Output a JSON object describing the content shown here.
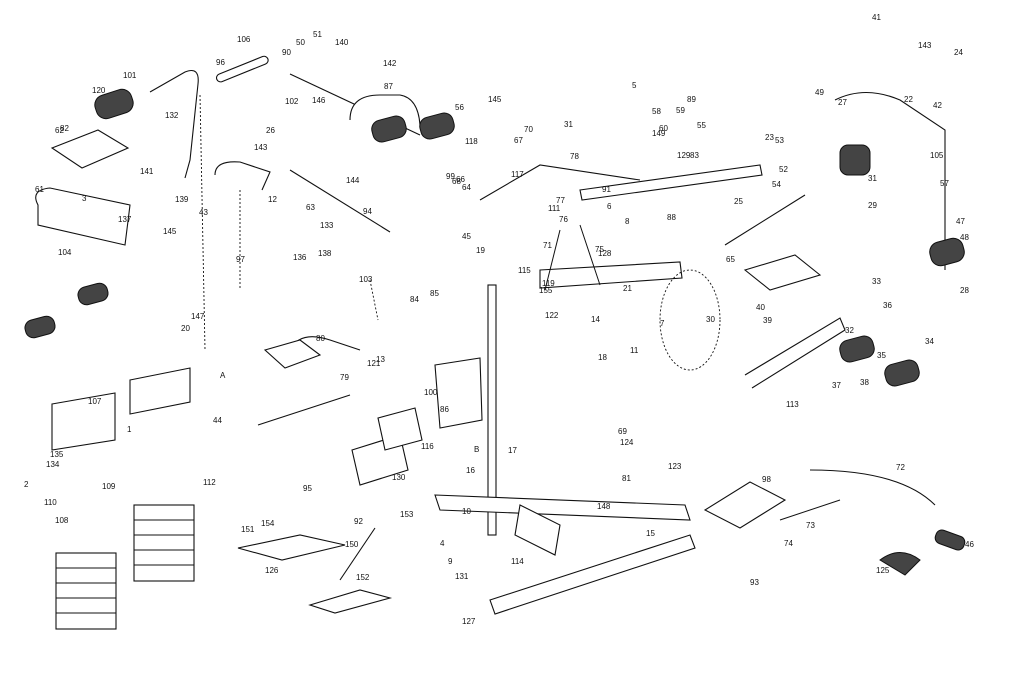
{
  "callouts": [
    {
      "t": "106"
    },
    {
      "t": "51"
    },
    {
      "t": "50"
    },
    {
      "t": "90"
    },
    {
      "t": "140"
    },
    {
      "t": "142"
    },
    {
      "t": "96"
    },
    {
      "t": "146"
    },
    {
      "t": "101"
    },
    {
      "t": "120"
    },
    {
      "t": "102"
    },
    {
      "t": "132"
    },
    {
      "t": "87"
    },
    {
      "t": "56"
    },
    {
      "t": "145"
    },
    {
      "t": "62"
    },
    {
      "t": "26"
    },
    {
      "t": "143"
    },
    {
      "t": "141"
    },
    {
      "t": "139"
    },
    {
      "t": "61"
    },
    {
      "t": "137"
    },
    {
      "t": "104"
    },
    {
      "t": "145"
    },
    {
      "t": "12"
    },
    {
      "t": "97"
    },
    {
      "t": "118"
    },
    {
      "t": "67"
    },
    {
      "t": "70"
    },
    {
      "t": "31"
    },
    {
      "t": "117"
    },
    {
      "t": "68"
    },
    {
      "t": "64"
    },
    {
      "t": "19"
    },
    {
      "t": "45"
    },
    {
      "t": "115"
    },
    {
      "t": "71"
    },
    {
      "t": "75"
    },
    {
      "t": "128"
    },
    {
      "t": "155"
    },
    {
      "t": "5"
    },
    {
      "t": "58"
    },
    {
      "t": "89"
    },
    {
      "t": "55"
    },
    {
      "t": "149"
    },
    {
      "t": "83"
    },
    {
      "t": "129"
    },
    {
      "t": "25"
    },
    {
      "t": "53"
    },
    {
      "t": "23"
    },
    {
      "t": "52"
    },
    {
      "t": "54"
    },
    {
      "t": "41"
    },
    {
      "t": "143"
    },
    {
      "t": "24"
    },
    {
      "t": "27"
    },
    {
      "t": "22"
    },
    {
      "t": "42"
    },
    {
      "t": "105"
    },
    {
      "t": "57"
    },
    {
      "t": "47"
    },
    {
      "t": "48"
    },
    {
      "t": "29"
    },
    {
      "t": "28"
    },
    {
      "t": "31"
    },
    {
      "t": "33"
    },
    {
      "t": "34"
    },
    {
      "t": "36"
    },
    {
      "t": "35"
    },
    {
      "t": "32"
    },
    {
      "t": "30"
    },
    {
      "t": "113"
    },
    {
      "t": "18"
    },
    {
      "t": "21"
    },
    {
      "t": "122"
    },
    {
      "t": "14"
    },
    {
      "t": "86"
    },
    {
      "t": "79"
    },
    {
      "t": "80"
    },
    {
      "t": "100"
    },
    {
      "t": "116"
    },
    {
      "t": "17"
    },
    {
      "t": "16"
    },
    {
      "t": "107"
    },
    {
      "t": "134"
    },
    {
      "t": "110"
    },
    {
      "t": "109"
    },
    {
      "t": "108"
    },
    {
      "t": "112"
    },
    {
      "t": "92"
    },
    {
      "t": "150"
    },
    {
      "t": "151"
    },
    {
      "t": "126"
    },
    {
      "t": "127"
    },
    {
      "t": "131"
    },
    {
      "t": "148"
    },
    {
      "t": "15"
    },
    {
      "t": "93"
    },
    {
      "t": "98"
    },
    {
      "t": "73"
    },
    {
      "t": "74"
    },
    {
      "t": "72"
    },
    {
      "t": "46"
    },
    {
      "t": "125"
    },
    {
      "t": "153"
    },
    {
      "t": "130"
    },
    {
      "t": "152"
    },
    {
      "t": "2"
    },
    {
      "t": "135"
    },
    {
      "t": "66"
    },
    {
      "t": "65"
    },
    {
      "t": "4"
    },
    {
      "t": "7"
    },
    {
      "t": "A"
    },
    {
      "t": "B"
    },
    {
      "t": "123"
    },
    {
      "t": "124"
    },
    {
      "t": "81"
    },
    {
      "t": "40"
    },
    {
      "t": "39"
    },
    {
      "t": "37"
    },
    {
      "t": "38"
    },
    {
      "t": "63"
    },
    {
      "t": "144"
    },
    {
      "t": "136"
    },
    {
      "t": "138"
    },
    {
      "t": "103"
    },
    {
      "t": "95"
    },
    {
      "t": "147"
    },
    {
      "t": "20"
    },
    {
      "t": "133"
    },
    {
      "t": "121"
    },
    {
      "t": "43"
    },
    {
      "t": "9"
    },
    {
      "t": "10"
    },
    {
      "t": "114"
    },
    {
      "t": "3"
    },
    {
      "t": "6"
    },
    {
      "t": "8"
    },
    {
      "t": "1"
    },
    {
      "t": "11"
    },
    {
      "t": "13"
    },
    {
      "t": "44"
    },
    {
      "t": "59"
    },
    {
      "t": "60"
    },
    {
      "t": "84"
    },
    {
      "t": "85"
    },
    {
      "t": "91"
    },
    {
      "t": "94"
    },
    {
      "t": "111"
    },
    {
      "t": "119"
    },
    {
      "t": "154"
    },
    {
      "t": "99"
    },
    {
      "t": "88"
    },
    {
      "t": "82"
    },
    {
      "t": "78"
    },
    {
      "t": "77"
    },
    {
      "t": "76"
    },
    {
      "t": "69"
    },
    {
      "t": "49"
    }
  ]
}
